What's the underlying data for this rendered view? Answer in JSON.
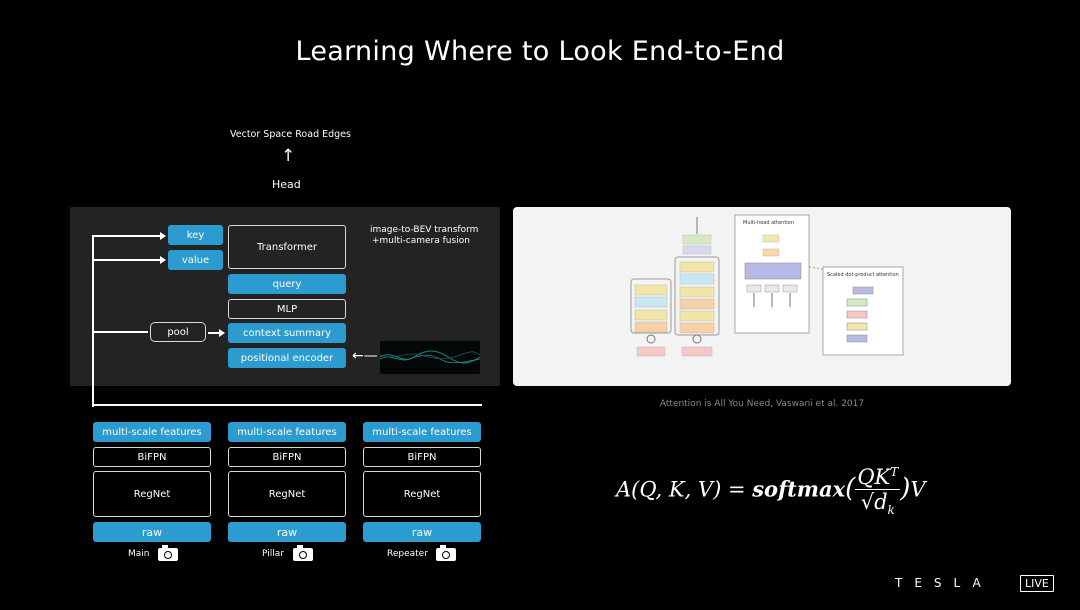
{
  "title": "Learning Where to Look End-to-End",
  "head": {
    "output_label": "Vector Space Road Edges",
    "arrow_glyph": "↑",
    "label": "Head"
  },
  "transform_panel": {
    "caption_line1": "image-to-BEV transform",
    "caption_line2": "+multi-camera fusion",
    "key": "key",
    "value": "value",
    "transformer": "Transformer",
    "query": "query",
    "mlp": "MLP",
    "pool": "pool",
    "context_summary": "context summary",
    "positional_encoder": "positional encoder"
  },
  "cameras": [
    {
      "multi_scale": "multi-scale features",
      "bifpn": "BiFPN",
      "regnet": "RegNet",
      "raw": "raw",
      "name": "Main"
    },
    {
      "multi_scale": "multi-scale features",
      "bifpn": "BiFPN",
      "regnet": "RegNet",
      "raw": "raw",
      "name": "Pillar"
    },
    {
      "multi_scale": "multi-scale features",
      "bifpn": "BiFPN",
      "regnet": "RegNet",
      "raw": "raw",
      "name": "Repeater"
    }
  ],
  "paper_figure": {
    "caption": "Attention is All You Need, Vaswani et al. 2017",
    "multi_head_title": "Multi-head attention",
    "scaled_title": "Scaled dot-product attention"
  },
  "formula": {
    "lhs": "A(Q, K, V) = ",
    "fn": "softmax",
    "numerator": "QK",
    "superscript": "T",
    "denominator": "√d",
    "subscript": "k",
    "rhs": "V"
  },
  "brand": {
    "name": "TESLA",
    "badge": "LIVE"
  },
  "colors": {
    "accent": "#2c9bd0",
    "panel": "#232323"
  }
}
